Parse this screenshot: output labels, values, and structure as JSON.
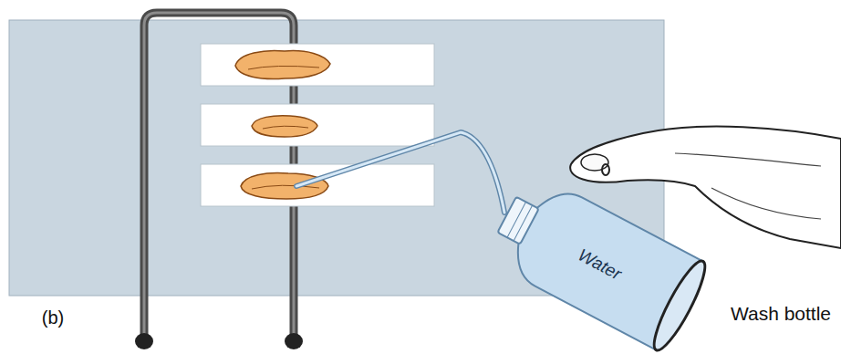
{
  "diagram": {
    "labels": [
      "Water",
      "(b)",
      "Wash bottle"
    ]
  }
}
